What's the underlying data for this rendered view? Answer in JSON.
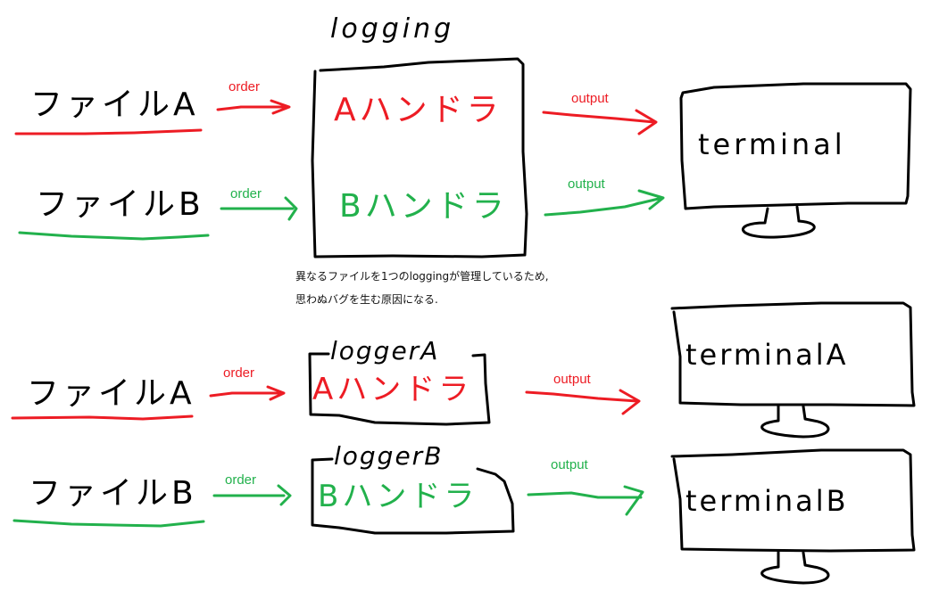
{
  "colors": {
    "red": "#ed1c24",
    "green": "#22b14c",
    "ink": "#000000"
  },
  "top": {
    "logging_title": "logging",
    "file_a": "ファイルA",
    "file_b": "ファイルB",
    "order_a": "order",
    "order_b": "order",
    "handler_a": "Aハンドラ",
    "handler_b": "Bハンドラ",
    "output_a": "output",
    "output_b": "output",
    "terminal": "terminal"
  },
  "note": {
    "line1": "異なるファイルを1つのloggingが管理しているため,",
    "line2": "思わぬバグを生む原因になる."
  },
  "bottom": {
    "file_a": "ファイルA",
    "file_b": "ファイルB",
    "order_a": "order",
    "order_b": "order",
    "logger_a": "loggerA",
    "logger_b": "loggerB",
    "handler_a": "Aハンドラ",
    "handler_b": "Bハンドラ",
    "output_a": "output",
    "output_b": "output",
    "terminal_a": "terminalA",
    "terminal_b": "terminalB"
  }
}
